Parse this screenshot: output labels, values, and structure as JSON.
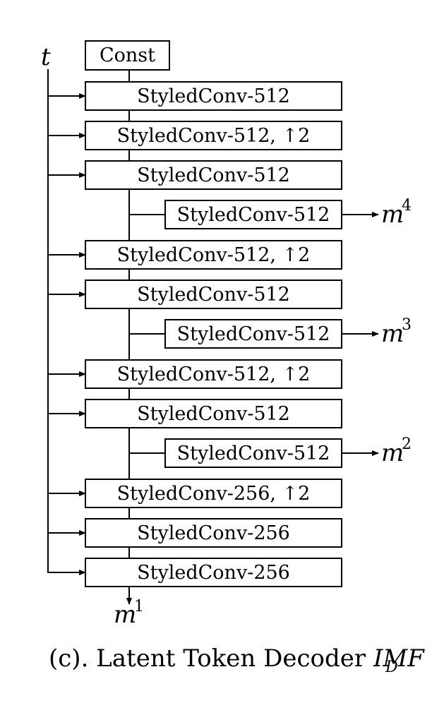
{
  "diagram": {
    "input_label": "t",
    "const_label": "Const",
    "main_blocks": [
      "StyledConv-512",
      "StyledConv-512, ↑2",
      "StyledConv-512",
      "StyledConv-512, ↑2",
      "StyledConv-512",
      "StyledConv-512, ↑2",
      "StyledConv-512",
      "StyledConv-256, ↑2",
      "StyledConv-256",
      "StyledConv-256"
    ],
    "side_blocks": [
      {
        "label": "StyledConv-512",
        "output": "m",
        "sup": "4"
      },
      {
        "label": "StyledConv-512",
        "output": "m",
        "sup": "3"
      },
      {
        "label": "StyledConv-512",
        "output": "m",
        "sup": "2"
      }
    ],
    "final_output": {
      "symbol": "m",
      "sup": "1"
    },
    "caption": {
      "text": "(c). Latent Token Decoder ",
      "math": "IMF",
      "sub": "D"
    }
  }
}
